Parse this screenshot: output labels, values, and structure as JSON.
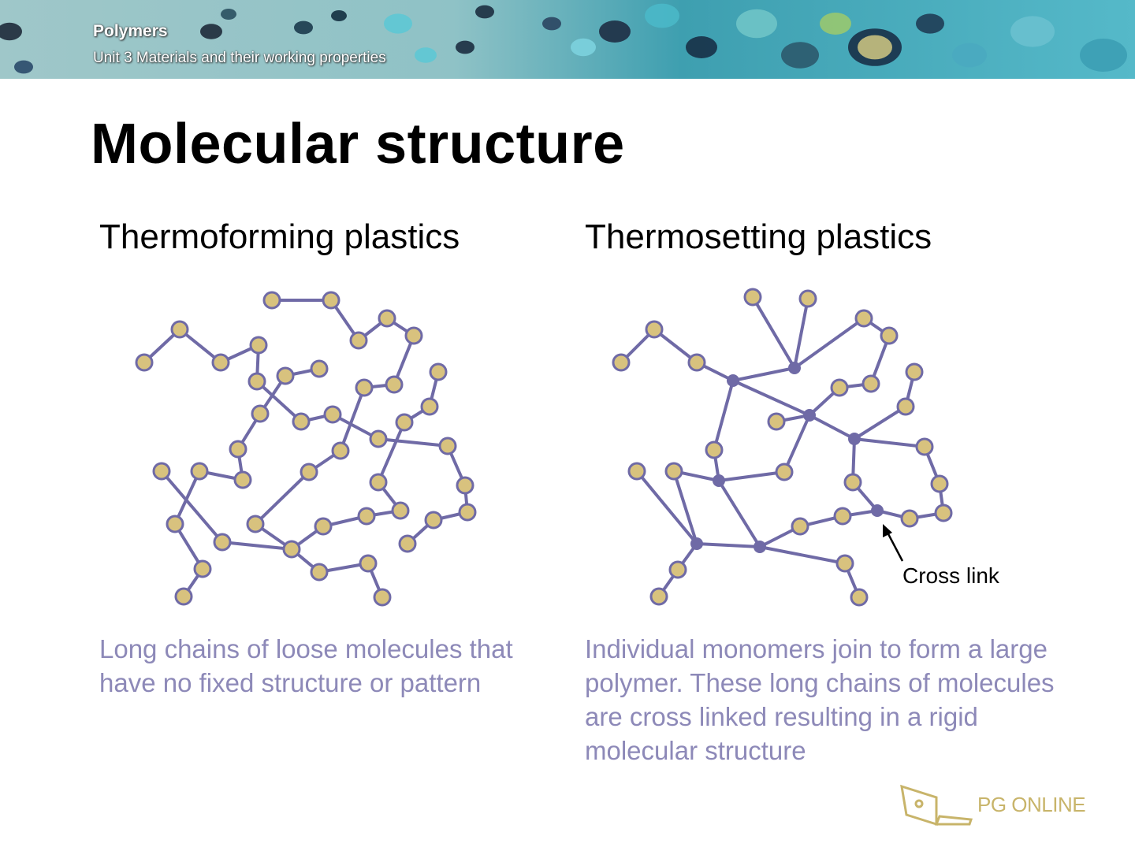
{
  "header": {
    "title": "Polymers",
    "subtitle": "Unit 3 Materials and their working properties"
  },
  "slide": {
    "title": "Molecular structure"
  },
  "left": {
    "heading": "Thermoforming plastics",
    "description": "Long chains of loose molecules that have no fixed structure or pattern"
  },
  "right": {
    "heading": "Thermosetting plastics",
    "description": "Individual monomers join to form a large polymer. These long chains of molecules are cross linked resulting in a rigid molecular structure",
    "annotation": "Cross link"
  },
  "logo": {
    "text": "PG ONLINE"
  },
  "colors": {
    "bond": "#6f6aa6",
    "monomer_fill": "#d8c27e",
    "monomer_stroke": "#6f6aa6",
    "crosslink_fill": "#6f6aa6",
    "description_text": "#8d89b8",
    "banner_teal": "#4fb3c0",
    "logo": "#c8b46a"
  }
}
